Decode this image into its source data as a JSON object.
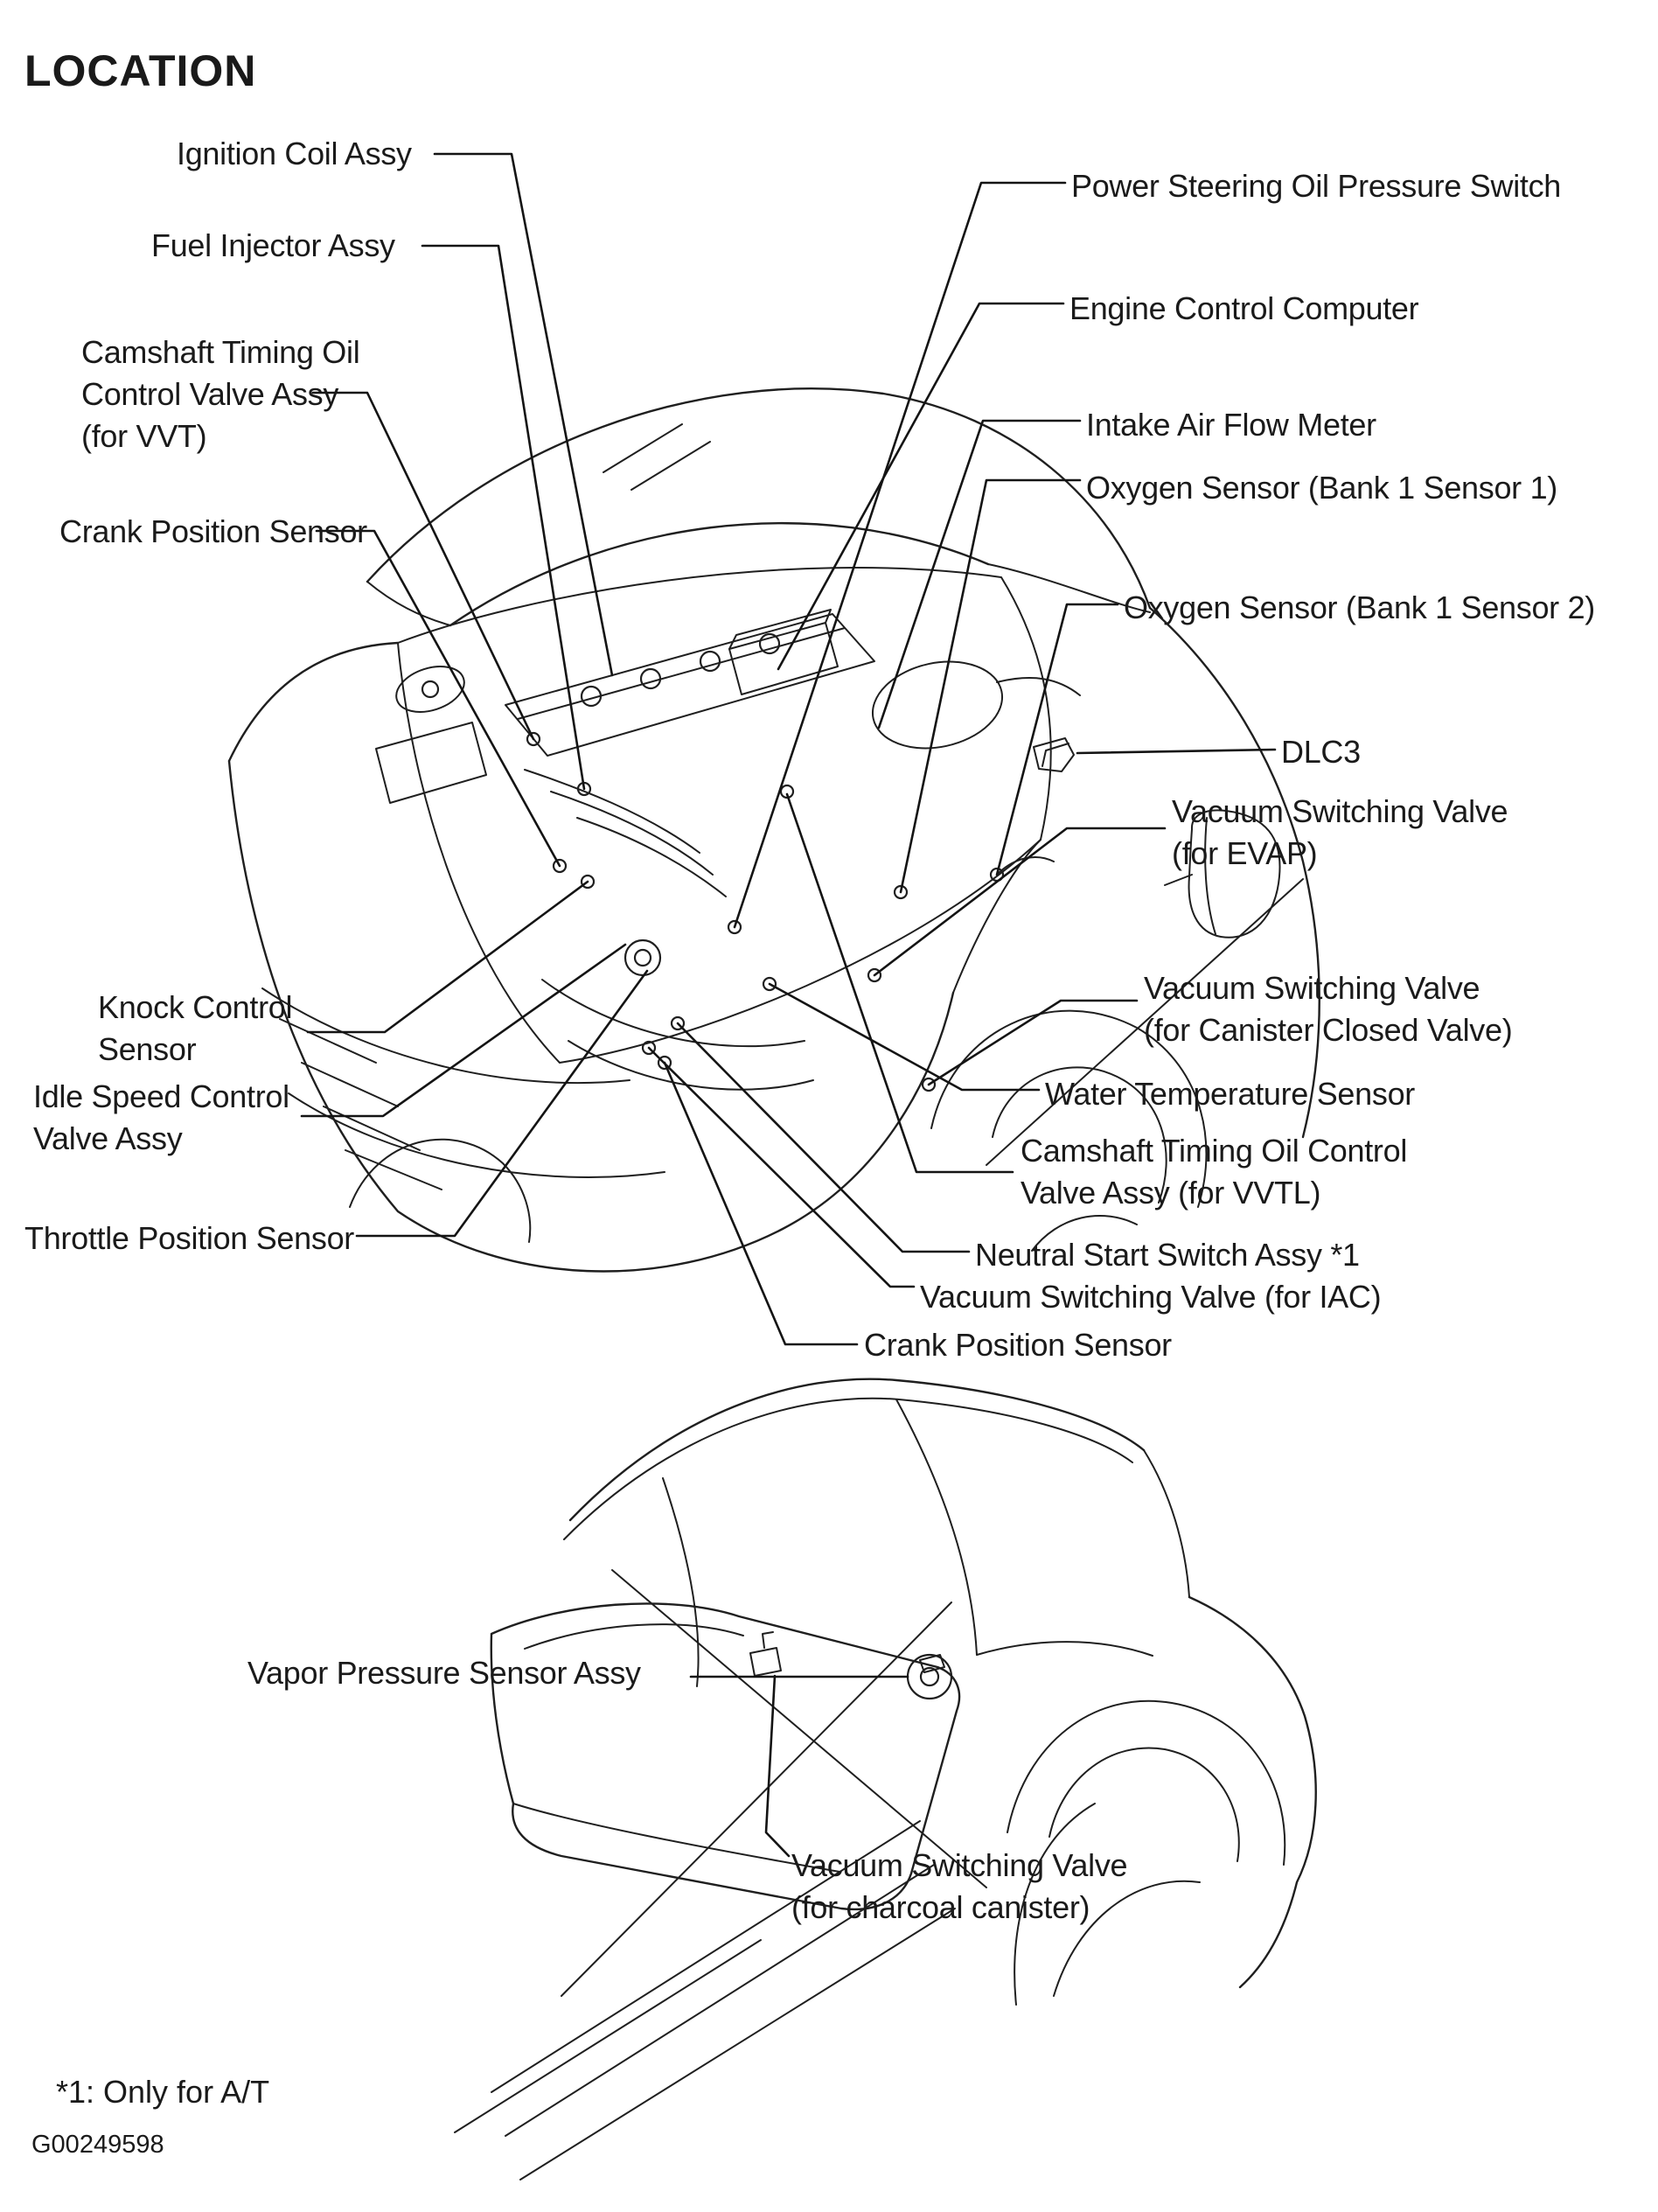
{
  "page": {
    "title": "LOCATION",
    "footnote": "*1: Only for A/T",
    "figure_id": "G00249598",
    "ink_color": "#1a1a1a",
    "background_color": "#ffffff"
  },
  "callouts": {
    "ignition_coil": "Ignition Coil Assy",
    "fuel_injector": "Fuel Injector Assy",
    "camshaft_timing_vvt": "Camshaft Timing Oil\nControl Valve Assy\n(for VVT)",
    "crank_position_sensor_1": "Crank Position Sensor",
    "knock_control_sensor": "Knock Control\nSensor",
    "idle_speed_control": "Idle Speed Control\nValve Assy",
    "throttle_position_sensor": "Throttle Position Sensor",
    "power_steering_switch": "Power Steering Oil Pressure Switch",
    "engine_control_computer": "Engine Control Computer",
    "intake_air_flow_meter": "Intake Air Flow Meter",
    "oxygen_sensor_b1s1": "Oxygen Sensor (Bank 1 Sensor 1)",
    "oxygen_sensor_b1s2": "Oxygen Sensor (Bank 1 Sensor 2)",
    "dlc3": "DLC3",
    "vsv_evap": "Vacuum Switching Valve\n(for EVAP)",
    "vsv_canister_closed": "Vacuum Switching Valve\n(for Canister Closed Valve)",
    "water_temperature_sensor": "Water Temperature Sensor",
    "camshaft_timing_vvtl": "Camshaft Timing Oil Control\nValve Assy (for VVTL)",
    "neutral_start_switch": "Neutral Start Switch Assy *1",
    "vsv_iac": "Vacuum Switching Valve (for IAC)",
    "crank_position_sensor_2": "Crank Position Sensor",
    "vapor_pressure_sensor": "Vapor Pressure Sensor Assy",
    "vsv_charcoal": "Vacuum Switching Valve\n(for charcoal canister)"
  }
}
